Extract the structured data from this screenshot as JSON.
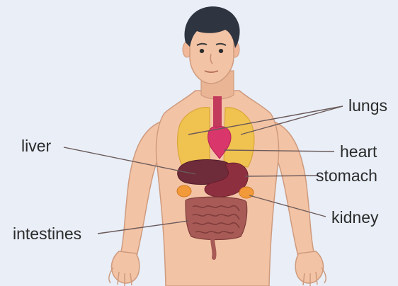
{
  "labels": {
    "lungs": "lungs",
    "heart": "heart",
    "stomach": "stomach",
    "kidney": "kidney",
    "liver": "liver",
    "intestines": "intestines"
  },
  "colors": {
    "background": "#e9eef7",
    "skin": "#f3c3a5",
    "skin_shade": "#e0a98a",
    "hair": "#2e3440",
    "lungs": "#f0c24f",
    "heart": "#d9366b",
    "trachea": "#c23a5c",
    "liver": "#6e2b3a",
    "stomach": "#8e2f3f",
    "kidney": "#f29a3a",
    "intestines": "#a85a56",
    "leader_line": "#6b5a5a"
  }
}
